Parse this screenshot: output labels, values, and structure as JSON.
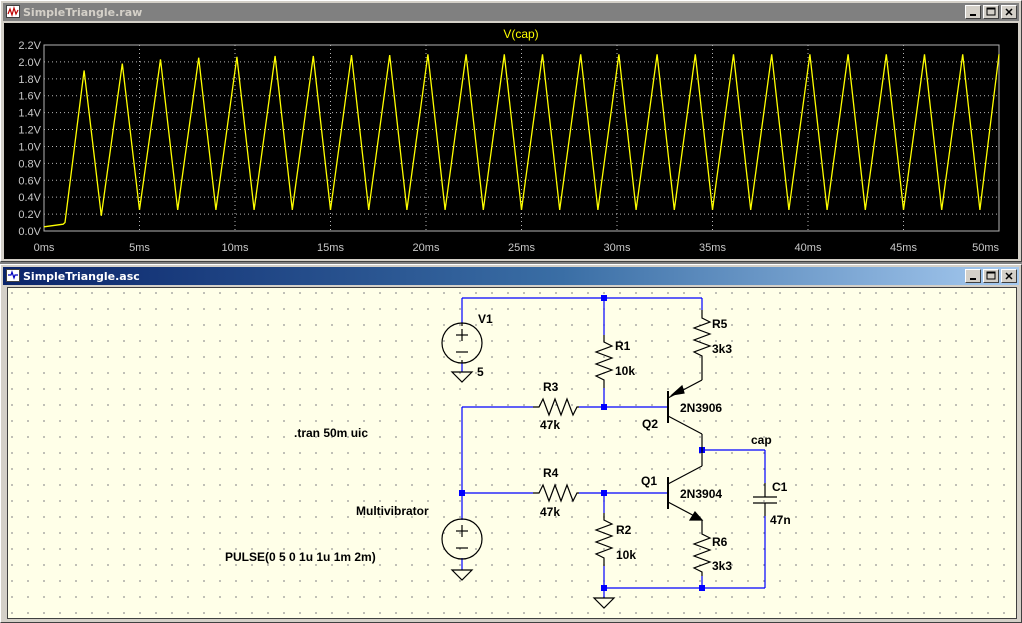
{
  "plot_window": {
    "title": "SimpleTriangle.raw",
    "trace_label": "V(cap)",
    "trace_color": "#ffff00",
    "background_color": "#000000",
    "grid_color": "#b4b4b4"
  },
  "chart_data": {
    "type": "line",
    "title": "V(cap)",
    "xlabel": "",
    "ylabel": "",
    "x_tick_labels": [
      "0ms",
      "5ms",
      "10ms",
      "15ms",
      "20ms",
      "25ms",
      "30ms",
      "35ms",
      "40ms",
      "45ms",
      "50ms"
    ],
    "y_tick_labels": [
      "0.0V",
      "0.2V",
      "0.4V",
      "0.6V",
      "0.8V",
      "1.0V",
      "1.2V",
      "1.4V",
      "1.6V",
      "1.8V",
      "2.0V",
      "2.2V"
    ],
    "xlim": [
      0,
      50
    ],
    "ylim": [
      0,
      2.2
    ],
    "x_unit": "ms",
    "y_unit": "V",
    "grid": true,
    "series": [
      {
        "name": "V(cap)",
        "x": [
          0,
          1.0,
          1.1,
          2.1,
          3.0,
          4.1,
          5.0,
          6.1,
          7.0,
          8.1,
          9.0,
          10.1,
          11.0,
          12.1,
          13.0,
          14.1,
          15.0,
          16.1,
          17.0,
          18.1,
          19.0,
          20.1,
          21.0,
          22.1,
          23.0,
          24.1,
          25.0,
          26.1,
          27.0,
          28.1,
          29.0,
          30.1,
          31.0,
          32.1,
          33.0,
          34.1,
          35.0,
          36.1,
          37.0,
          38.1,
          39.0,
          40.1,
          41.0,
          42.1,
          43.0,
          44.1,
          45.0,
          46.1,
          47.0,
          48.1,
          49.0,
          50.0
        ],
        "y": [
          0.05,
          0.08,
          0.1,
          1.9,
          0.18,
          1.98,
          0.25,
          2.03,
          0.25,
          2.05,
          0.25,
          2.06,
          0.25,
          2.07,
          0.25,
          2.07,
          0.25,
          2.08,
          0.25,
          2.08,
          0.25,
          2.09,
          0.25,
          2.09,
          0.25,
          2.09,
          0.25,
          2.09,
          0.25,
          2.09,
          0.25,
          2.09,
          0.25,
          2.09,
          0.25,
          2.09,
          0.25,
          2.09,
          0.25,
          2.09,
          0.25,
          2.09,
          0.25,
          2.09,
          0.25,
          2.09,
          0.25,
          2.09,
          0.25,
          2.09,
          0.25,
          2.09
        ]
      }
    ]
  },
  "schematic_window": {
    "title": "SimpleTriangle.asc",
    "wire_color": "#0000ff",
    "component_color": "#000000",
    "labels": {
      "v1_name": "V1",
      "v1_value": "5",
      "r1_name": "R1",
      "r1_value": "10k",
      "r5_name": "R5",
      "r5_value": "3k3",
      "r3_name": "R3",
      "r3_value": "47k",
      "q2_name": "Q2",
      "q2_model": "2N3906",
      "spice_directive": ".tran 50m uic",
      "cap_net": "cap",
      "r4_name": "R4",
      "r4_value": "47k",
      "q1_name": "Q1",
      "q1_model": "2N3904",
      "c1_name": "C1",
      "c1_value": "47n",
      "vm_name": "Multivibrator",
      "vm_value": "PULSE(0 5 0 1u 1u 1m 2m)",
      "r2_name": "R2",
      "r2_value": "10k",
      "r6_name": "R6",
      "r6_value": "3k3"
    }
  }
}
